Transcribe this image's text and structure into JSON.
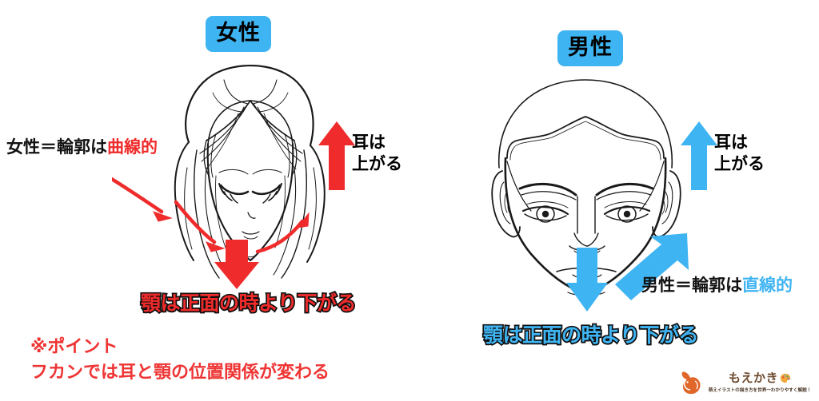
{
  "page": {
    "title": "フカン（俯瞰）の顔 男女比較図",
    "background": "#ffffff"
  },
  "colors": {
    "red": "#ef2b2b",
    "blue": "#3fb4f2",
    "black": "#111111",
    "badge_bg": "#3fb4f2",
    "point_red": "#ef3434",
    "logo_brown": "#6d4a2f",
    "logo_orange": "#e0662a"
  },
  "panels": {
    "female": {
      "badge_label": "女性",
      "contour_callout": {
        "black_part": "女性＝輪郭は",
        "accent_part": "曲線的",
        "accent_color": "#ef2b2b"
      },
      "ear_callout": {
        "line1": "耳は",
        "line2": "上がる",
        "line1_color": "#111111",
        "line2_color": "#ef2b2b"
      },
      "jaw_caption": "顎は正面の時より下がる",
      "jaw_caption_color": "#ef2b2b",
      "arrow_color": "#ef2b2b",
      "illustration_name": "female-face-downward-view-line-art"
    },
    "male": {
      "badge_label": "男性",
      "contour_callout": {
        "black_part": "男性＝輪郭は",
        "accent_part": "直線的",
        "accent_color": "#3fb4f2"
      },
      "ear_callout": {
        "line1": "耳は",
        "line2": "上がる",
        "line1_color": "#111111",
        "line2_color": "#3fb4f2"
      },
      "jaw_caption": "顎は正面の時より下がる",
      "jaw_caption_color": "#3fb4f2",
      "arrow_color": "#3fb4f2",
      "illustration_name": "male-face-downward-view-line-art"
    }
  },
  "point_note": {
    "line1": "※ポイント",
    "line2": "フカンでは耳と顎の位置関係が変わる"
  },
  "logo": {
    "brand": "もえかき",
    "tagline": "萌えイラストの描き方を世界一わかりやすく解説！",
    "mark_name": "fox-mascot-icon",
    "palette_name": "palette-icon"
  }
}
